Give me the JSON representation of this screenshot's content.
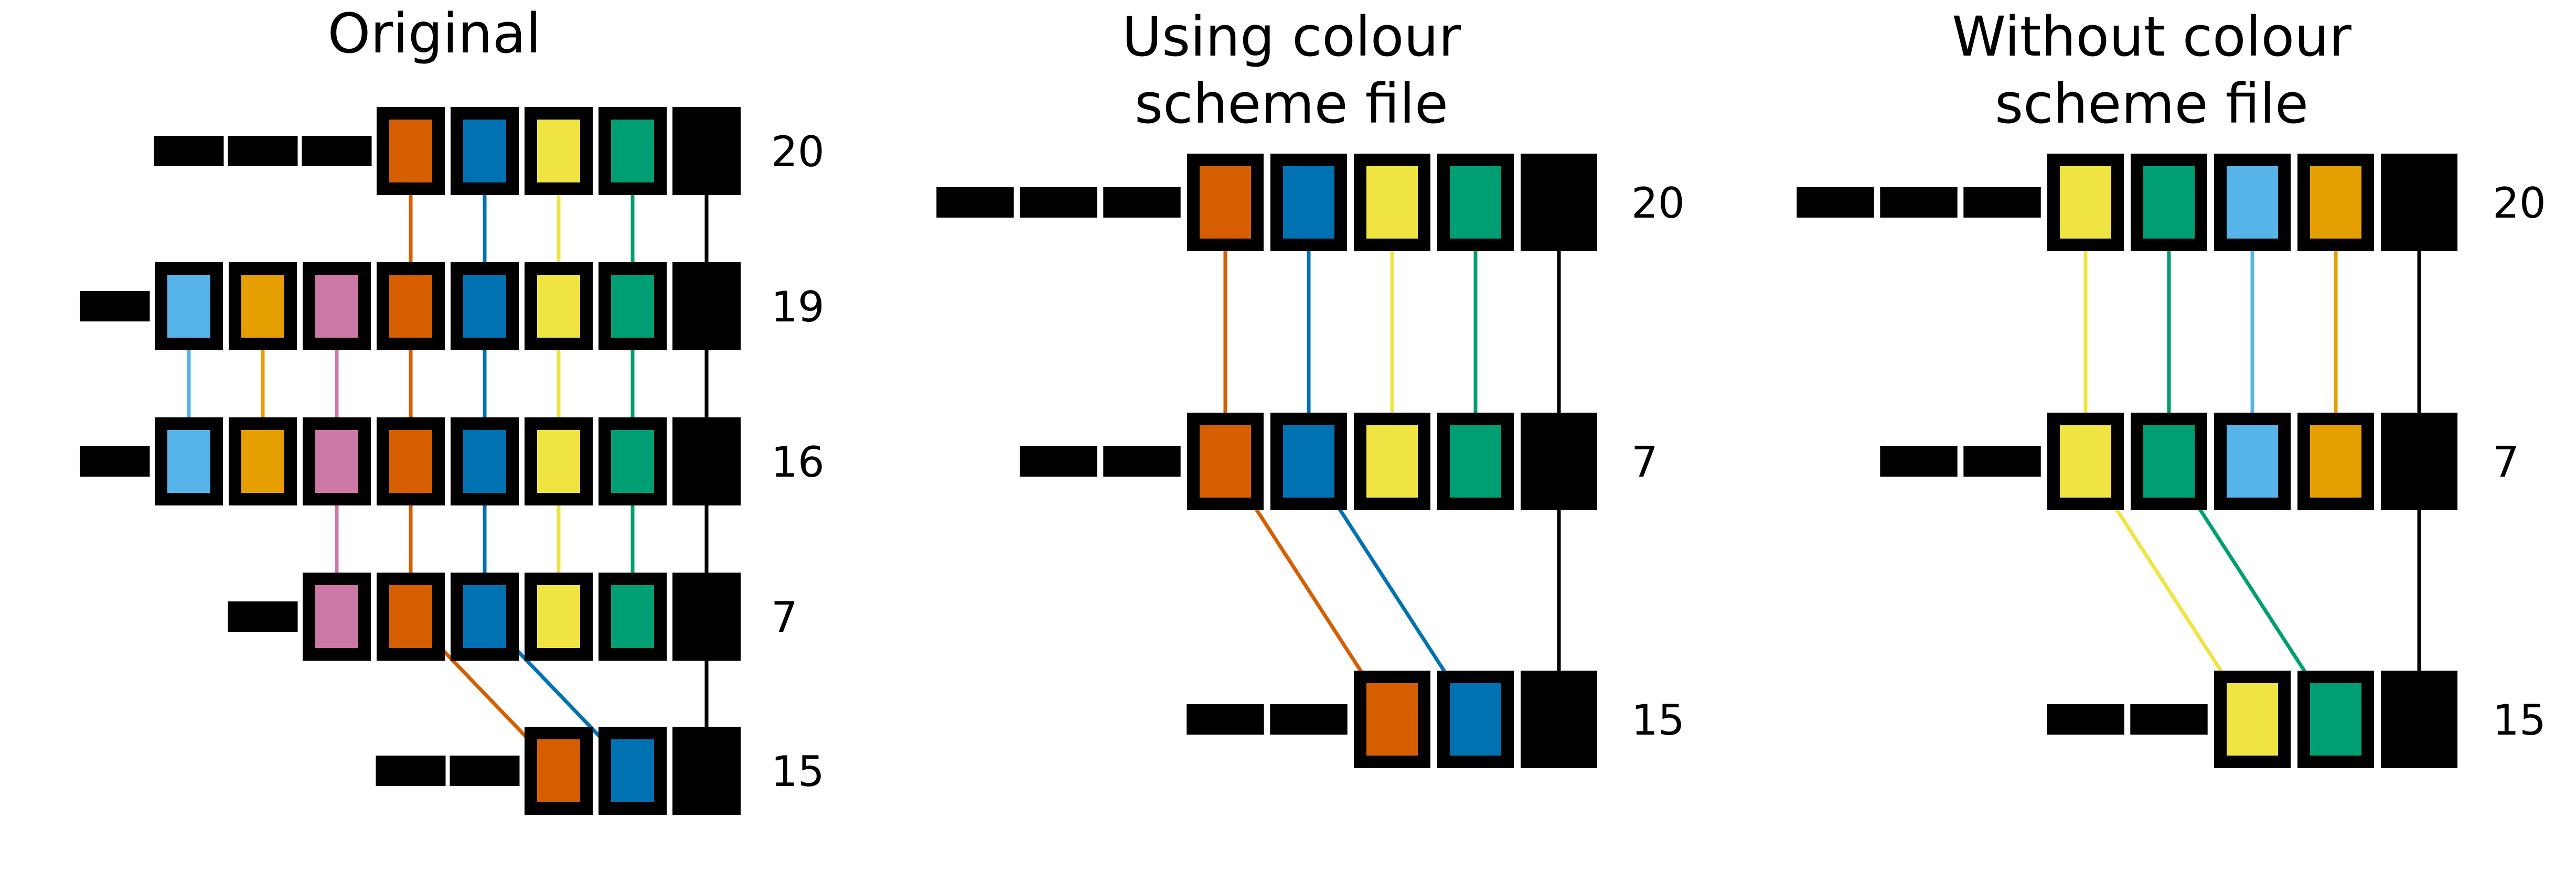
{
  "palette": {
    "vermillion": "#D55E00",
    "blue": "#0072B2",
    "yellow": "#F0E442",
    "green": "#009E73",
    "sky": "#56B4E9",
    "orange": "#E69F00",
    "pink": "#CC79A7",
    "black": "#000000"
  },
  "panels": [
    {
      "id": "original",
      "title_lines": [
        "Original"
      ],
      "rows": [
        {
          "label": "20",
          "dashes": 3,
          "segments": [
            "vermillion",
            "blue",
            "yellow",
            "green"
          ]
        },
        {
          "label": "19",
          "dashes": 1,
          "segments": [
            "sky",
            "orange",
            "pink",
            "vermillion",
            "blue",
            "yellow",
            "green"
          ]
        },
        {
          "label": "16",
          "dashes": 1,
          "segments": [
            "sky",
            "orange",
            "pink",
            "vermillion",
            "blue",
            "yellow",
            "green"
          ]
        },
        {
          "label": "7",
          "dashes": 1,
          "segments": [
            "pink",
            "vermillion",
            "blue",
            "yellow",
            "green"
          ]
        },
        {
          "label": "15",
          "dashes": 2,
          "segments": [
            "vermillion",
            "blue"
          ]
        }
      ]
    },
    {
      "id": "using-scheme",
      "title_lines": [
        "Using colour",
        "scheme file"
      ],
      "rows": [
        {
          "label": "20",
          "dashes": 3,
          "segments": [
            "vermillion",
            "blue",
            "yellow",
            "green"
          ]
        },
        {
          "label": "7",
          "dashes": 2,
          "segments": [
            "vermillion",
            "blue",
            "yellow",
            "green"
          ]
        },
        {
          "label": "15",
          "dashes": 2,
          "segments": [
            "vermillion",
            "blue"
          ]
        }
      ]
    },
    {
      "id": "without-scheme",
      "title_lines": [
        "Without colour",
        "scheme file"
      ],
      "rows": [
        {
          "label": "20",
          "dashes": 3,
          "segments": [
            "yellow",
            "green",
            "sky",
            "orange"
          ]
        },
        {
          "label": "7",
          "dashes": 2,
          "segments": [
            "yellow",
            "green",
            "sky",
            "orange"
          ]
        },
        {
          "label": "15",
          "dashes": 2,
          "segments": [
            "yellow",
            "green"
          ]
        }
      ]
    }
  ]
}
